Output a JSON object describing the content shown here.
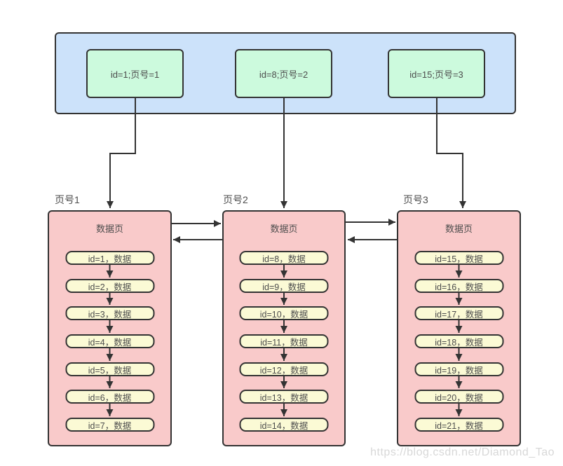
{
  "watermark": "https://blog.csdn.net/Diamond_Tao",
  "index_block": {
    "nodes": [
      {
        "label": "id=1;页号=1"
      },
      {
        "label": "id=8;页号=2"
      },
      {
        "label": "id=15;页号=3"
      }
    ]
  },
  "pages": [
    {
      "page_label": "页号1",
      "header": "数据页",
      "records": [
        "id=1，数据",
        "id=2，数据",
        "id=3，数据",
        "id=4，数据",
        "id=5，数据",
        "id=6，数据",
        "id=7，数据"
      ]
    },
    {
      "page_label": "页号2",
      "header": "数据页",
      "records": [
        "id=8，数据",
        "id=9，数据",
        "id=10，数据",
        "id=11，数据",
        "id=12，数据",
        "id=13，数据",
        "id=14，数据"
      ]
    },
    {
      "page_label": "页号3",
      "header": "数据页",
      "records": [
        "id=15，数据",
        "id=16，数据",
        "id=17，数据",
        "id=18，数据",
        "id=19，数据",
        "id=20，数据",
        "id=21，数据"
      ]
    }
  ],
  "colors": {
    "container_fill": "#cce2fa",
    "index_node_fill": "#ccfadd",
    "page_fill": "#f9caca",
    "record_fill": "#fbfad5",
    "border": "#333333",
    "text": "#4d4d4d",
    "watermark": "#d8d8d8"
  }
}
